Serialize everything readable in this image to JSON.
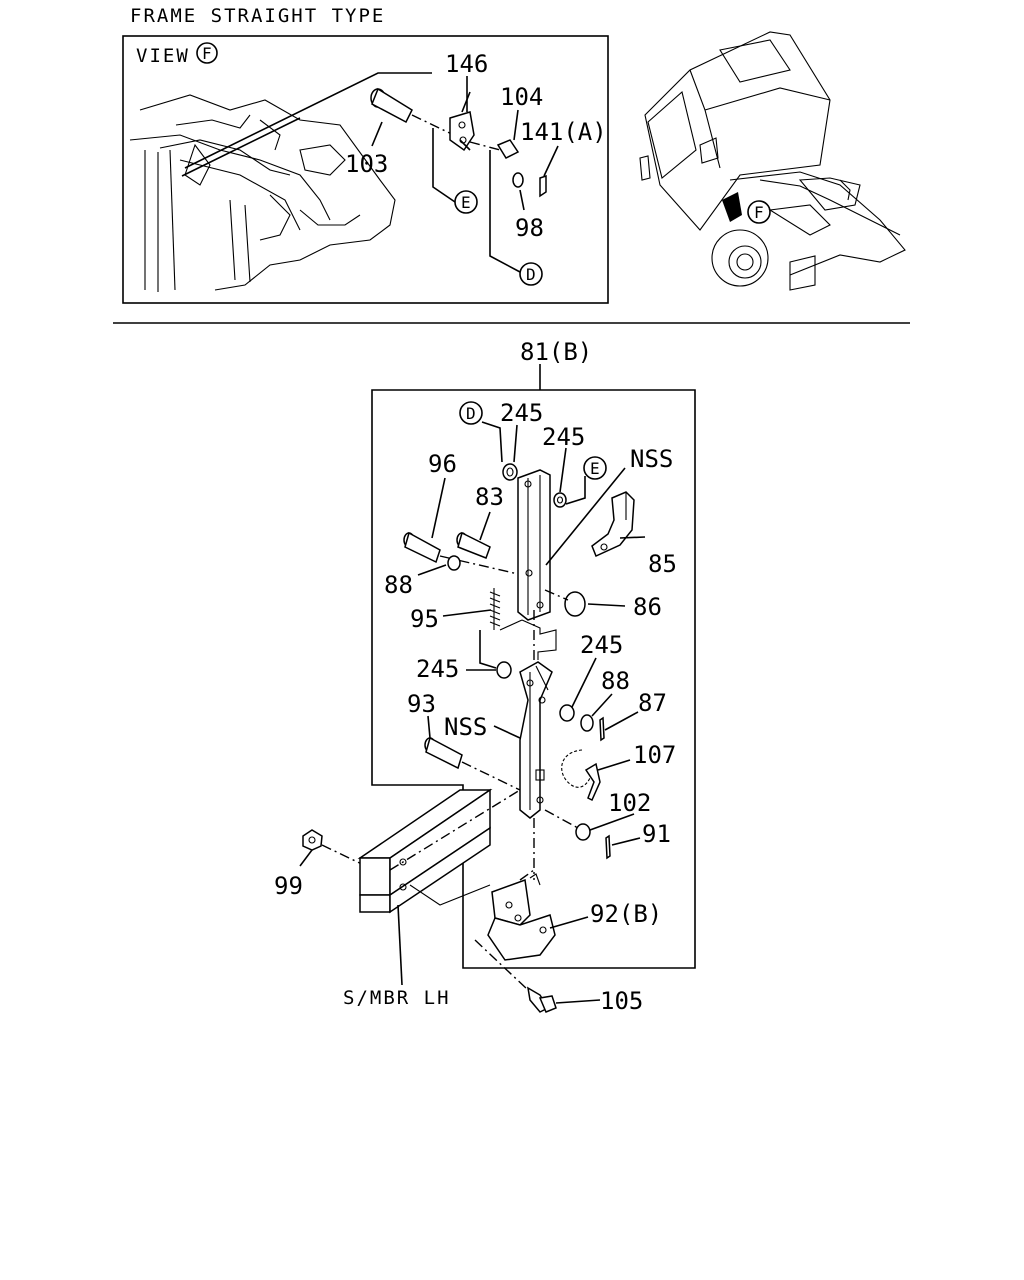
{
  "header": {
    "title": "FRAME STRAIGHT TYPE"
  },
  "inset": {
    "view_label": "VIEW",
    "view_ref": "F",
    "callouts": {
      "p146": "146",
      "p104": "104",
      "p141": "141(A)",
      "p103": "103",
      "p98": "98",
      "refE": "E",
      "refD": "D"
    }
  },
  "truck_view": {
    "ref": "F"
  },
  "main": {
    "callouts": {
      "p81": "81(B)",
      "refD": "D",
      "p245a": "245",
      "p245b": "245",
      "refE": "E",
      "nss1": "NSS",
      "p96": "96",
      "p83": "83",
      "p85": "85",
      "p88a": "88",
      "p86": "86",
      "p95": "95",
      "p245c": "245",
      "p245d": "245",
      "p88b": "88",
      "p87": "87",
      "p93": "93",
      "nss2": "NSS",
      "p107": "107",
      "p102": "102",
      "p91": "91",
      "p99": "99",
      "p92": "92(B)",
      "smbr": "S/MBR LH",
      "p105": "105"
    }
  }
}
